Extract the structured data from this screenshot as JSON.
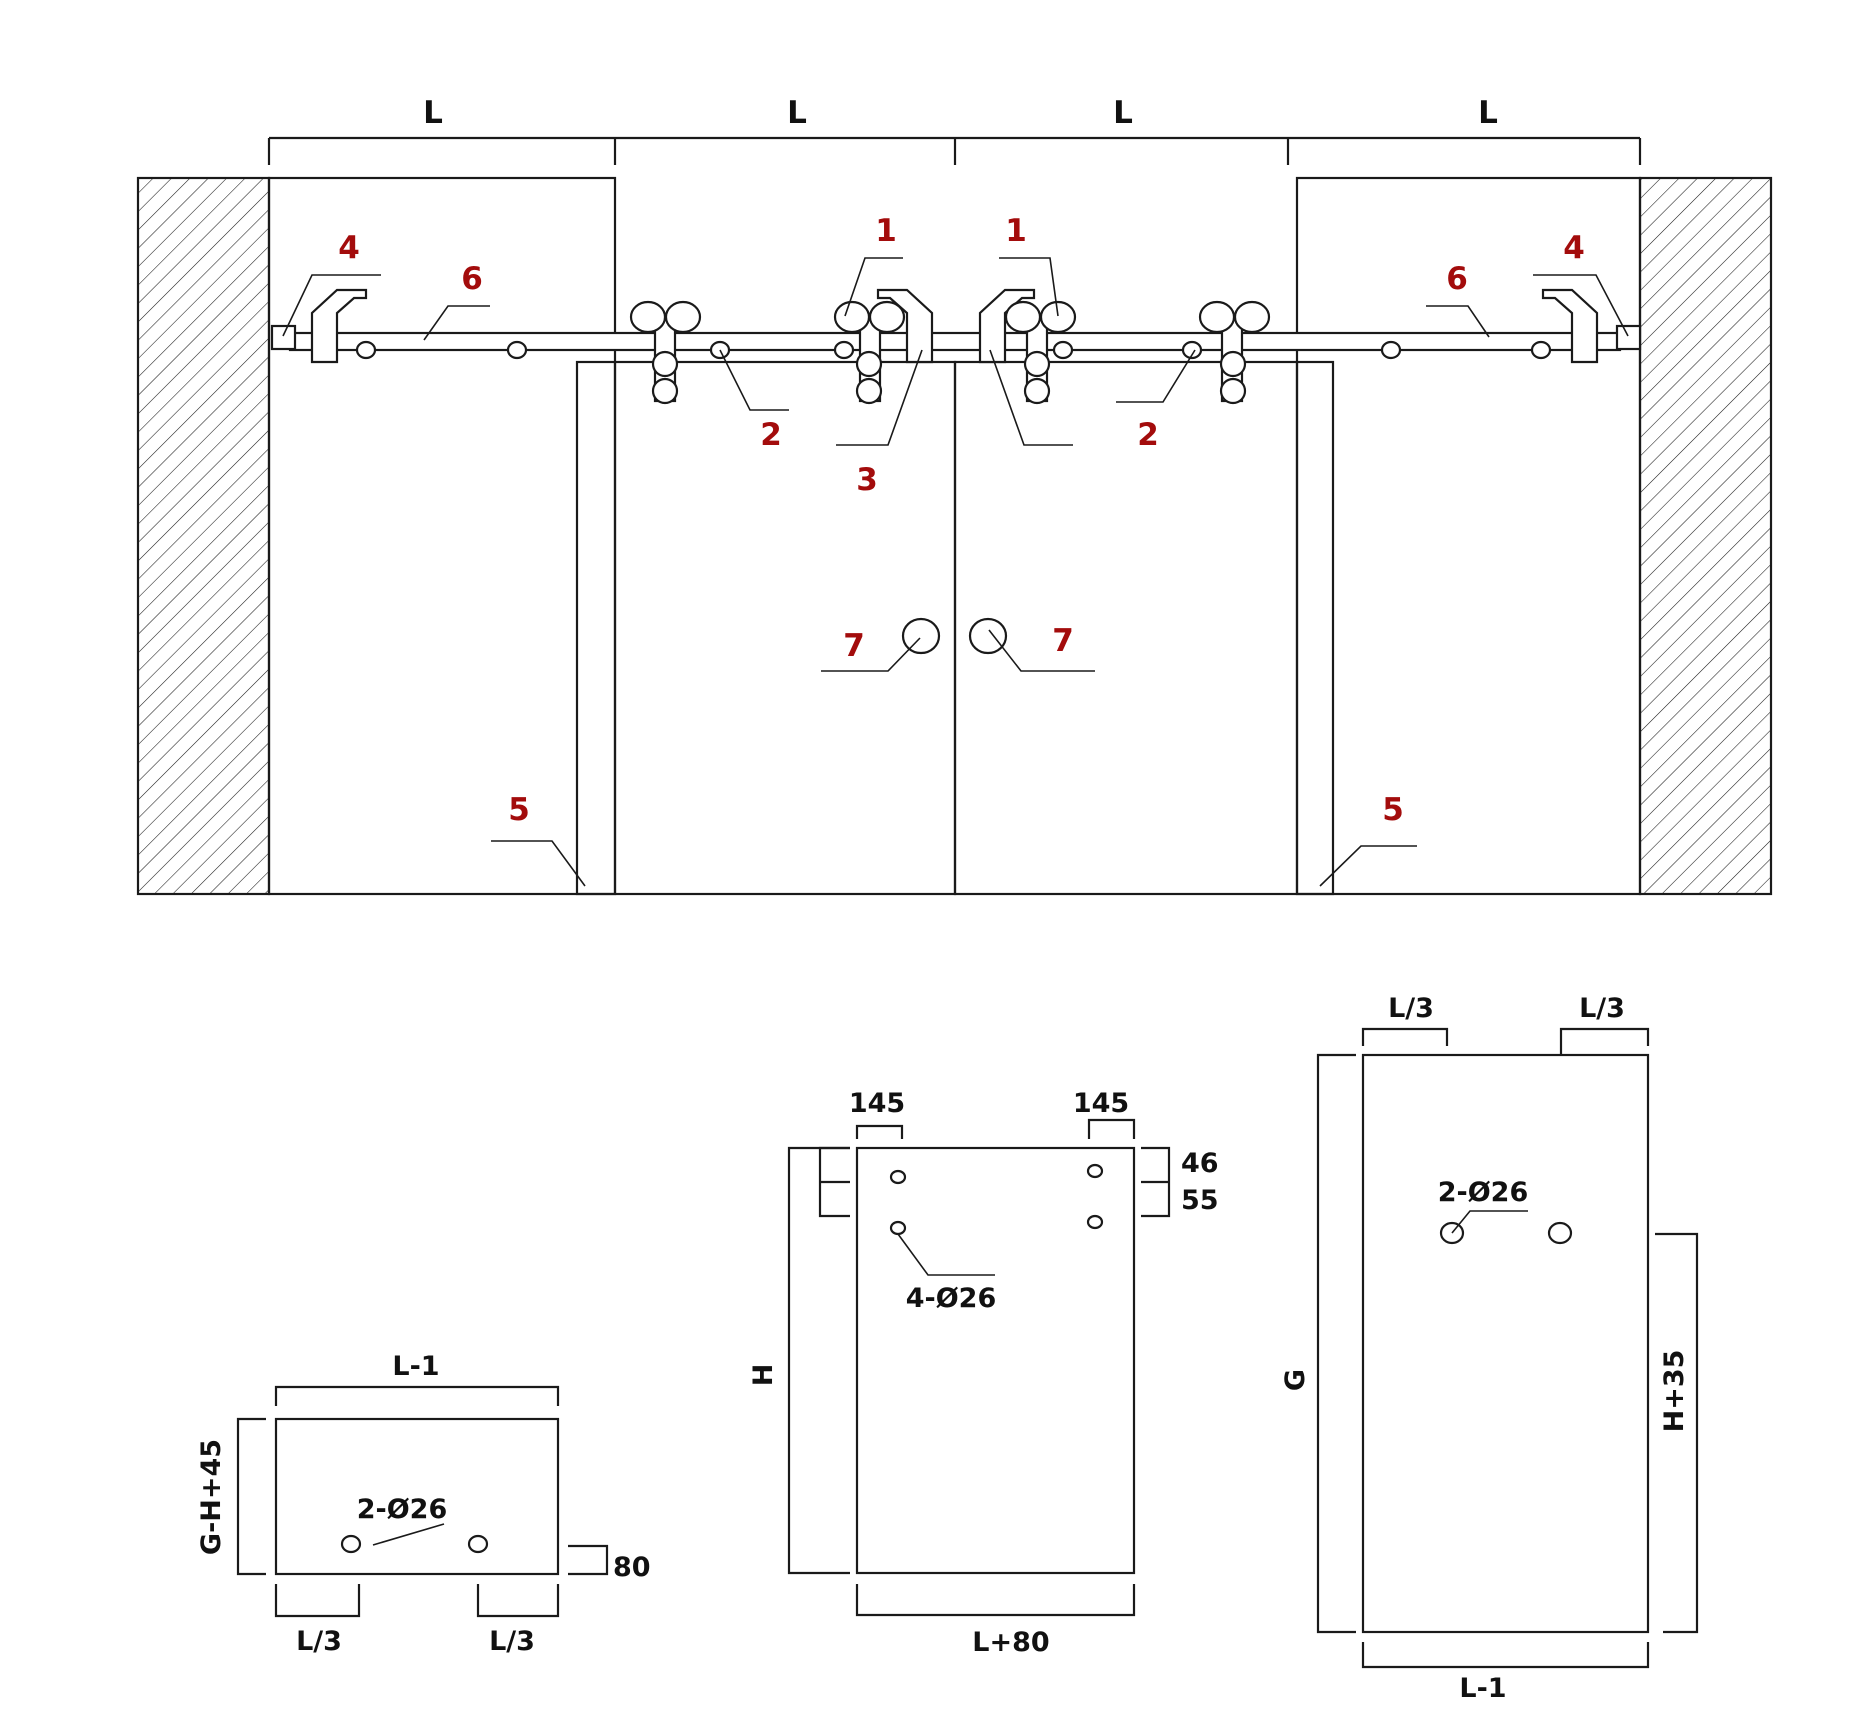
{
  "colors": {
    "line": "#1a1a1a",
    "callout": "#a30c0c",
    "background": "#ffffff"
  },
  "front_view": {
    "span_labels": [
      "L",
      "L",
      "L",
      "L"
    ],
    "callouts": {
      "roller_left": "1",
      "roller_right": "1",
      "spacer_left": "2",
      "spacer_right": "2",
      "clamp": "3",
      "stopper_left": "4",
      "stopper_right": "4",
      "floor_guide_left": "5",
      "floor_guide_right": "5",
      "rail_left": "6",
      "rail_right": "6",
      "handle_left": "7",
      "handle_right": "7"
    }
  },
  "fixed_panel_small": {
    "width_label": "L-1",
    "height_label": "G-H+45",
    "holes_label": "2-Ø26",
    "hole_offset_label": "80",
    "hole_pos_left_label": "L/3",
    "hole_pos_right_label": "L/3"
  },
  "sliding_door": {
    "top_left_label": "145",
    "top_right_label": "145",
    "right_upper_label": "46",
    "right_lower_label": "55",
    "holes_label": "4-Ø26",
    "height_label": "H",
    "width_label": "L+80"
  },
  "fixed_panel_tall": {
    "top_left_label": "L/3",
    "top_right_label": "L/3",
    "holes_label": "2-Ø26",
    "height_label": "G",
    "holes_height_label": "H+35",
    "width_label": "L-1"
  }
}
